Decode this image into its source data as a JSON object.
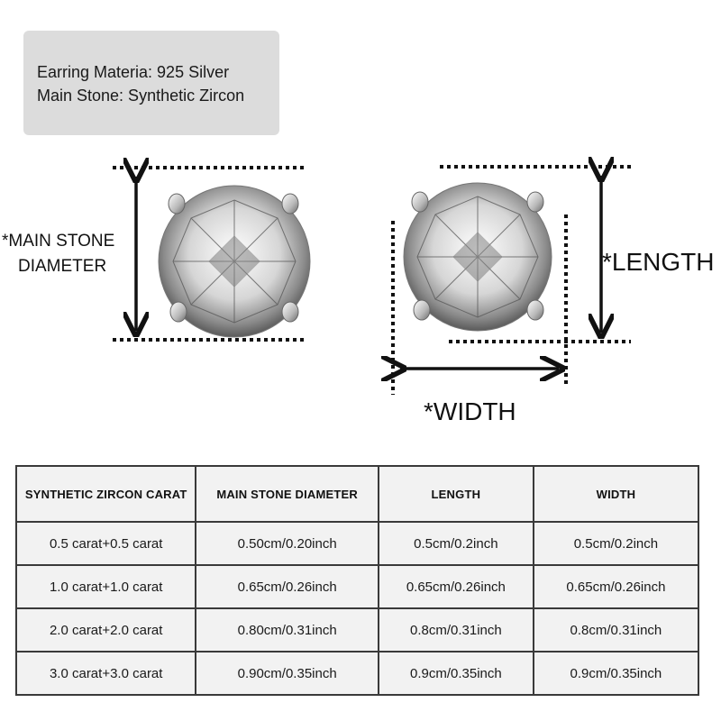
{
  "info": {
    "material": "Earring Materia: 925 Silver",
    "stone": "Main Stone: Synthetic Zircon"
  },
  "labels": {
    "diameter_line1": "*MAIN STONE",
    "diameter_line2": "DIAMETER",
    "length": "*LENGTH",
    "width": "*WIDTH"
  },
  "table": {
    "headers": [
      "SYNTHETIC ZIRCON CARAT",
      "MAIN STONE DIAMETER",
      "LENGTH",
      "WIDTH"
    ],
    "rows": [
      [
        "0.5 carat+0.5 carat",
        "0.50cm/0.20inch",
        "0.5cm/0.2inch",
        "0.5cm/0.2inch"
      ],
      [
        "1.0 carat+1.0 carat",
        "0.65cm/0.26inch",
        "0.65cm/0.26inch",
        "0.65cm/0.26inch"
      ],
      [
        "2.0 carat+2.0 carat",
        "0.80cm/0.31inch",
        "0.8cm/0.31inch",
        "0.8cm/0.31inch"
      ],
      [
        "3.0 carat+3.0 carat",
        "0.90cm/0.35inch",
        "0.9cm/0.35inch",
        "0.9cm/0.35inch"
      ]
    ]
  },
  "colors": {
    "info_bg": "#dcdcdc",
    "table_bg": "#f2f2f2",
    "border": "#3a3a3a",
    "ink": "#111111"
  }
}
